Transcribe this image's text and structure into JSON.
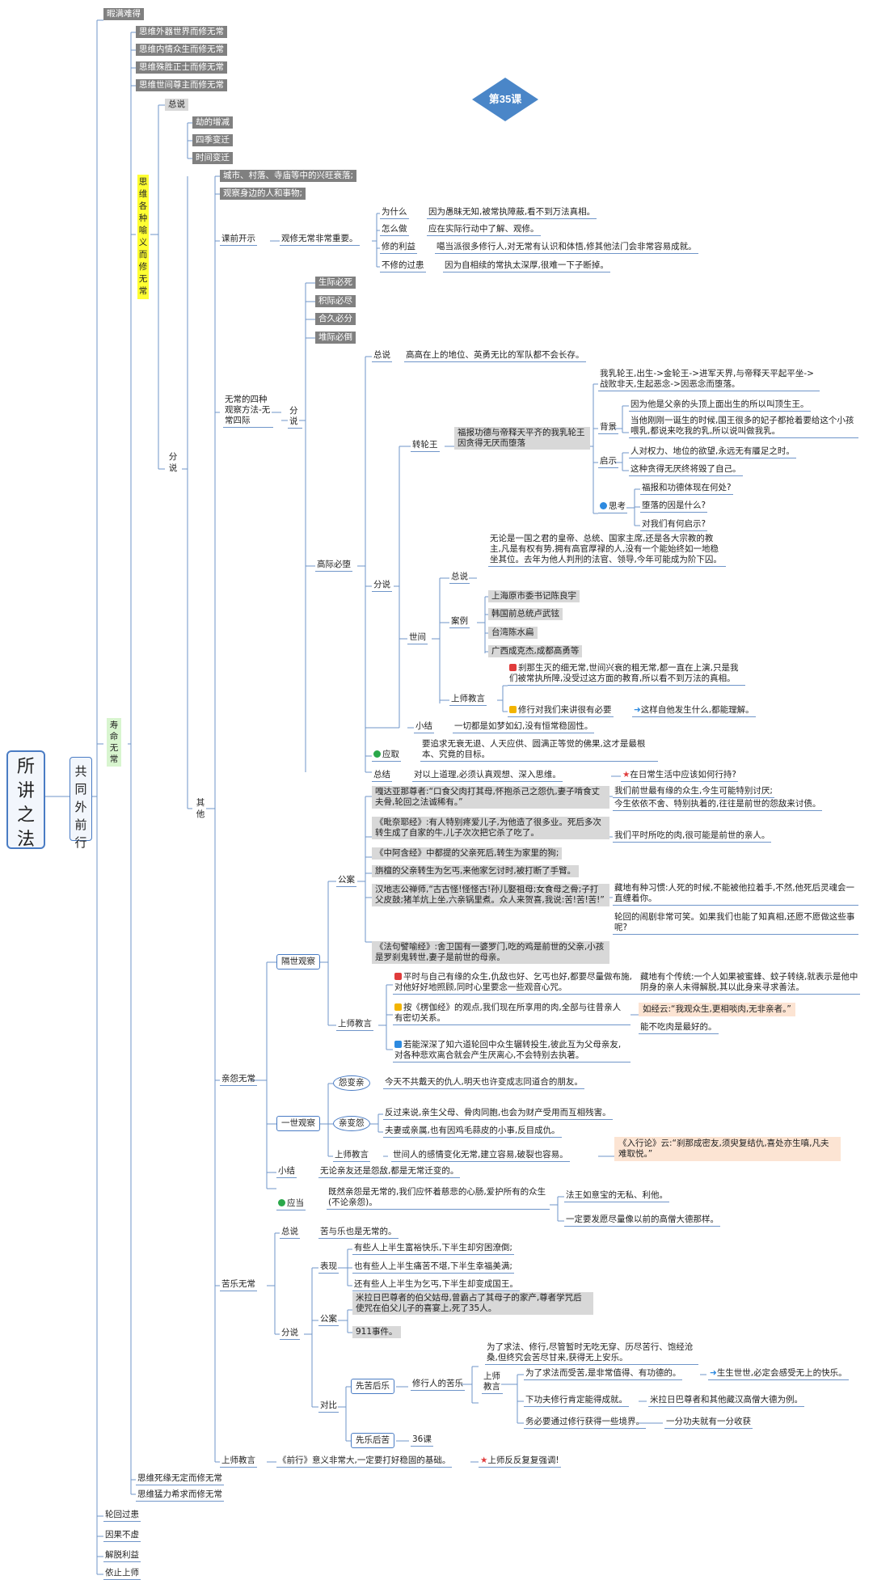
{
  "root": {
    "title": "所讲之法",
    "branch": "共同外前行"
  },
  "lesson_tag": "第35课",
  "colors": {
    "gray_node": "#808080",
    "light_gray": "#d8d8d8",
    "peach": "#fce4d3",
    "highlight_yellow": "#ffff33",
    "highlight_green": "#d8f5cf",
    "line": "#6f95c9"
  },
  "top": {
    "n1": "暇满难得",
    "n2": "思维外器世界而修无常",
    "n3": "思维内情众生而修无常",
    "n4": "思维殊胜正士而修无常",
    "n5": "思维世间尊主而修无常",
    "yellow": "思维各种喻义而修无常",
    "zongshuo": "总说",
    "t1": "劫的增减",
    "t2": "四季变迁",
    "t3": "时间变迁",
    "fenshuo": "分说",
    "c1": "城市、村落、寺庙等中的兴旺衰落;",
    "c2": "观察身边的人和事物;",
    "qita": "其他",
    "shouming": "寿命无常"
  },
  "kqks": {
    "label": "课前开示",
    "sub": "观修无常非常重要。",
    "why": "为什么",
    "why_t": "因为愚昧无知,被常执障蔽,看不到万法真相。",
    "how": "怎么做",
    "how_t": "应在实际行动中了解、观修。",
    "ben": "修的利益",
    "ben_t": "噶当派很多修行人,对无常有认识和体悟,修其他法门会非常容易成就。",
    "nob": "不修的过患",
    "nob_t": "因为自相续的常执太深厚,很难一下子断掉。"
  },
  "sizhong": {
    "label": "无常的四种观察方法-无常四际",
    "fenshuo": "分说",
    "a": "生际必死",
    "b": "积际必尽",
    "c": "合久必分",
    "d": "堆际必倒"
  },
  "gaoji": {
    "label": "高际必堕",
    "zongshuo": "总说",
    "zong_t": "高高在上的地位、英勇无比的军队都不会长存。",
    "fenshuo": "分说",
    "zlw": "转轮王",
    "zlw_t": "福报功德与帝释天平齐的我乳轮王因贪得无厌而堕落",
    "bj_t1": "我乳轮王,出生->金轮王->进军天界,与帝释天平起平坐->战败非天,生起恶念->因恶念而堕落。",
    "beijing": "背景",
    "bj_t2": "因为他是父亲的头顶上面出生的所以叫顶生王。",
    "bj_t3": "当他刚刚一诞生的时候,国王很多的妃子都抢着要给这个小孩喂乳,都说来吃我的乳,所以说叫做我乳。",
    "qishi": "启示",
    "qs_t1": "人对权力、地位的欲望,永远无有餍足之时。",
    "qs_t2": "这种贪得无厌终将毁了自己。",
    "sikao": "思考",
    "sk_t1": "福报和功德体现在何处?",
    "sk_t2": "堕落的因是什么?",
    "sk_t3": "对我们有何启示?",
    "shijian": "世间",
    "sj_zong": "总说",
    "sj_zong_t": "无论是一国之君的皇帝、总统、国家主席,还是各大宗教的教主,凡是有权有势,拥有高官厚禄的人,没有一个能始终如一地稳坐其位。去年为他人判刑的法官、领导,今年可能成为阶下囚。",
    "anli": "案例",
    "al1": "上海原市委书记陈良宇",
    "al2": "韩国前总统卢武铉",
    "al3": "台湾陈水扁",
    "al4": "广西成克杰,成都高勇等",
    "shangshi": "上师教言",
    "ss1": "刹那生灭的细无常,世间兴衰的粗无常,都一直在上演,只是我们被常执所障,没受过这方面的教育,所以看不到万法的真相。",
    "ss2": "修行对我们来讲很有必要",
    "ss3": "这样自他发生什么,都能理解。",
    "xiaojie": "小结",
    "xj_t": "一切都是如梦如幻,没有恒常稳固性。"
  },
  "yingqu": {
    "label": "应取",
    "t": "要追求无衰无退、人天应供、圆满正等觉的佛果,这才是最根本、究竟的目标。"
  },
  "zongjie": {
    "label": "总结",
    "t": "对以上道理,必须认真观想、深入思维。",
    "q": "在日常生活中应该如何行持?"
  },
  "qinyuan": {
    "label": "亲怨无常",
    "geshi": "隔世观察",
    "gongan": "公案",
    "g1": "嘎达亚那尊者:“口食父肉打其母,怀抱杀己之怨仇,妻子啃食丈夫骨,轮回之法诚稀有。”",
    "g1a": "我们前世最有缘的众生,今生可能特别讨厌;",
    "g1b": "今生依依不舍、特别执着的,往往是前世的怨敌来讨债。",
    "g2": "《毗奈耶经》:有人特别疼爱儿子,为他造了很多业。死后多次转生成了自家的牛,儿子次次把它杀了吃了。",
    "g2a": "我们平时所吃的肉,很可能是前世的亲人。",
    "g3": "《中阿含经》中都提的父亲死后,转生为家里的狗;",
    "g4": "旃檀的父亲转生为乞丐,来他家乞讨时,被打断了手臂。",
    "g5": "汉地志公禅师,“古古怪!怪怪古!孙儿娶祖母;女食母之骨;子打父皮鼓;猪羊炕上坐,六亲锅里煮。众人来贺喜,我说:苦!苦!苦!”",
    "g5a": "藏地有种习惯:人死的时候,不能被他拉着手,不然,他死后灵魂会一直缠着你。",
    "g5b": "轮回的闹剧非常可笑。如果我们也能了知真相,还愿不愿做这些事呢?",
    "g6": "《法句譬喻经》:舍卫国有一婆罗门,吃的鸡是前世的父亲,小孩是罗刹鬼转世,妻子是前世的母亲。",
    "shangshi": "上师教言",
    "s1": "平时与自己有缘的众生,仇敌也好、乞丐也好,都要尽量做布施,对他好好地照顾,同时心里要念一些观音心咒。",
    "s1a": "藏地有个传统:一个人如果被蜜蜂、蚊子转绕,就表示是他中阴身的亲人未得解脱,其以此身来寻求善法。",
    "s2": "按《楞伽经》的观点,我们现在所享用的肉,全部与往昔亲人有密切关系。",
    "s2a": "如经云:“我观众生,更相啖肉,无非亲者。”",
    "s2b": "能不吃肉是最好的。",
    "s3": "若能深深了知六道轮回中众生辗转投生,彼此互为父母亲友,对各种悲欢离合就会产生厌离心,不会特别去执著。",
    "yishi": "一世观察",
    "yuanbian": "怨变亲",
    "yb_t": "今天不共戴天的仇人,明天也许变成志同道合的朋友。",
    "qinbian": "亲变怨",
    "qb1": "反过来说,亲生父母、骨肉同胞,也会为财产受用而互相残害。",
    "qb2": "夫妻或亲属,也有因鸡毛蒜皮的小事,反目成仇。",
    "ys_ss": "上师教言",
    "ys_ss_t": "世间人的感情变化无常,建立容易,破裂也容易。",
    "ys_q": "《入行论》云:“刹那成密友,须臾复结仇,喜处亦生嗔,凡夫难取悦。”",
    "xiaojie": "小结",
    "xj_t": "无论亲友还是怨敌,都是无常迁变的。",
    "yingdang": "应当",
    "yd_t": "既然亲怨是无常的,我们应怀着慈悲的心肠,爱护所有的众生(不论亲怨)。",
    "yd_a": "法王如意宝的无私、利他。",
    "yd_b": "一定要发愿尽量像以前的高僧大德那样。"
  },
  "kule": {
    "label": "苦乐无常",
    "zongshuo": "总说",
    "zs_t": "苦与乐也是无常的。",
    "fenshuo": "分说",
    "biaoxian": "表现",
    "b1": "有些人上半生富裕快乐,下半生却穷困潦倒;",
    "b2": "也有些人上半生痛苦不堪,下半生幸福美满;",
    "b3": "还有些人上半生为乞丐,下半生却变成国王。",
    "gongan": "公案",
    "ga1": "米拉日巴尊者的伯父姑母,曾霸占了其母子的家产,尊者学咒后使咒在伯父儿子的喜宴上,死了35人。",
    "ga2": "911事件。",
    "duibi": "对比",
    "xianku": "先苦后乐",
    "xrk": "修行人的苦乐",
    "xrk_t": "为了求法、修行,尽管暂时无吃无穿、历尽苦行、饱经沧桑,但终究会苦尽甘来,获得无上安乐。",
    "shangshi": "上师教言",
    "sx1": "为了求法而受苦,是非常值得、有功德的。",
    "sx1a": "生生世世,必定会感受无上的快乐。",
    "sx2": "下功夫修行肯定能得成就。",
    "sx2a": "米拉日巴尊者和其他藏汉高僧大德为例。",
    "sx3": "务必要通过修行获得一些境界。",
    "sx3a": "一分功夫就有一分收获",
    "xianle": "先乐后苦",
    "xl_t": "36课"
  },
  "end": {
    "ss": "上师教言",
    "ss_t": "《前行》意义非常大,一定要打好稳固的基础。",
    "ss_q": "上师反反复复强调!",
    "b1": "思维死缘无定而修无常",
    "b2": "思维猛力希求而修无常",
    "l1": "轮回过患",
    "l2": "因果不虚",
    "l3": "解脱利益",
    "l4": "依止上师"
  }
}
